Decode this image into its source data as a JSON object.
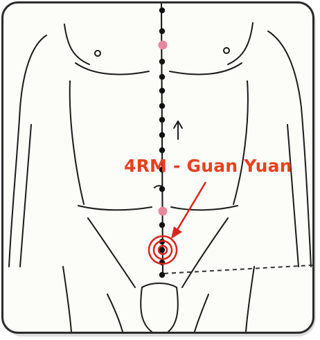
{
  "annotation": {
    "label": "4RM - Guan Yuan"
  },
  "colors": {
    "label": "#e8401f",
    "highlight_ring": "#d9261c",
    "pink_point": "#e8879a",
    "meridian_point": "#111111",
    "outline": "#1a1a1a",
    "frame": "#2b2b2b",
    "background": "#fcfcf9"
  },
  "meridian": {
    "highlighted_point_index": 1,
    "pink_point_count": 2
  }
}
